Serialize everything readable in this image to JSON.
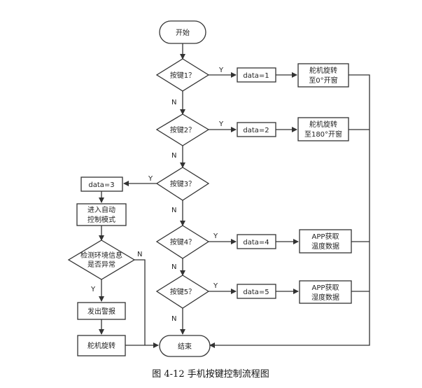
{
  "nodes": {
    "start": "开始",
    "q1": "按键1？",
    "q2": "按键2？",
    "q3": "按键3？",
    "q4": "按键4？",
    "q5": "按键5？",
    "d1": "data=1",
    "d2": "data=2",
    "d3": "data=3",
    "d4": "data=4",
    "d5": "data=5",
    "r1": [
      "舵机旋转",
      "至0°开窗"
    ],
    "r2": [
      "舵机旋转",
      "至180°开窗"
    ],
    "auto": [
      "进入自动",
      "控制模式"
    ],
    "check": [
      "检测环境信息",
      "是否异常"
    ],
    "alarm": "发出警报",
    "servo": "舵机旋转",
    "a4": [
      "APP获取",
      "温度数据"
    ],
    "a5": [
      "APP获取",
      "湿度数据"
    ],
    "end": "结束"
  },
  "labels": {
    "yes": "Y",
    "no": "N"
  },
  "caption": "图 4-12 手机按键控制流程图",
  "colors": {
    "line": "#333333",
    "text": "#222222",
    "fill": "#ffffff"
  }
}
